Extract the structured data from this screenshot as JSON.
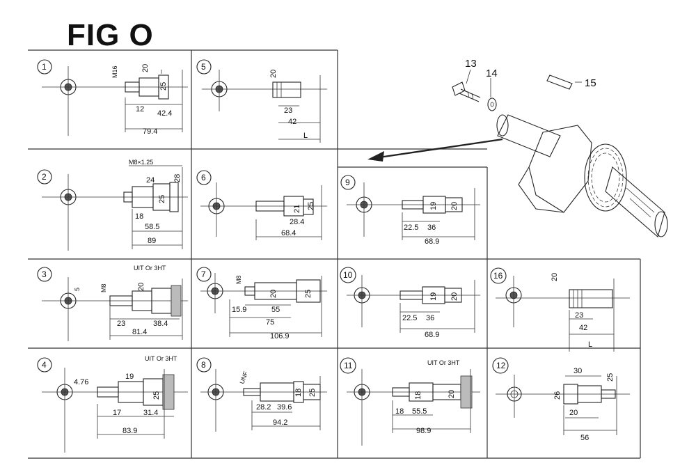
{
  "title": "FIG O",
  "callouts": [
    "13",
    "14",
    "15"
  ],
  "panels": [
    {
      "id": "1",
      "labels": [
        "M16",
        "20",
        "25",
        "12",
        "42.4",
        "79.4"
      ]
    },
    {
      "id": "2",
      "labels": [
        "M8×1.25",
        "24",
        "28",
        "25",
        "18",
        "58.5",
        "89"
      ]
    },
    {
      "id": "3",
      "labels": [
        "5",
        "M8",
        "20",
        "UIT Or 3HT",
        "23",
        "38.4",
        "81.4"
      ]
    },
    {
      "id": "4",
      "labels": [
        "4.76",
        "19",
        "25",
        "UIT Or 3HT",
        "17",
        "31.4",
        "83.9"
      ]
    },
    {
      "id": "5",
      "labels": [
        "20",
        "23",
        "42",
        "L"
      ]
    },
    {
      "id": "6",
      "labels": [
        "21",
        "25",
        "28.4",
        "68.4"
      ]
    },
    {
      "id": "7",
      "labels": [
        "M8",
        "20",
        "25",
        "15.9",
        "55",
        "75",
        "106.9"
      ]
    },
    {
      "id": "8",
      "labels": [
        "UNF",
        "18",
        "25",
        "28.2",
        "39.6",
        "94.2"
      ]
    },
    {
      "id": "9",
      "labels": [
        "19",
        "20",
        "22.5",
        "36",
        "68.9"
      ]
    },
    {
      "id": "10",
      "labels": [
        "19",
        "20",
        "22.5",
        "36",
        "68.9"
      ]
    },
    {
      "id": "11",
      "labels": [
        "UIT Or 3HT",
        "18",
        "20",
        "18",
        "55.5",
        "98.9"
      ]
    },
    {
      "id": "12",
      "labels": [
        "30",
        "26",
        "25",
        "20",
        "56"
      ]
    },
    {
      "id": "16",
      "labels": [
        "20",
        "23",
        "42",
        "L"
      ]
    }
  ]
}
